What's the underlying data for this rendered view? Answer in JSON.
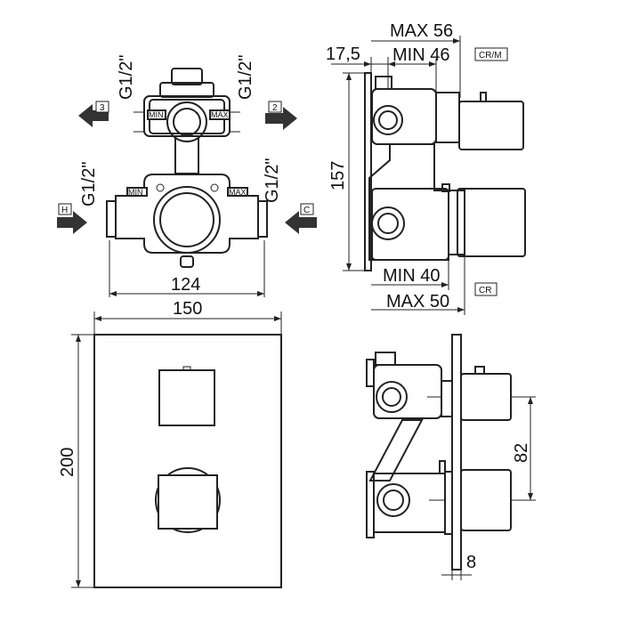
{
  "top_left_view": {
    "outlet_3_label": "3",
    "outlet_2_label": "2",
    "inlet_h_label": "H",
    "inlet_c_label": "C",
    "thread_top_left": "G1/2\"",
    "thread_top_right": "G1/2\"",
    "thread_bottom_left": "G1/2\"",
    "thread_bottom_right": "G1/2\"",
    "min_label_1": "MIN",
    "max_label_1": "MAX",
    "min_label_2": "MIN",
    "max_label_2": "MAX",
    "width_dimension": "124"
  },
  "top_right_view": {
    "max_depth_top": "MAX 56",
    "min_depth_top": "MIN 46",
    "offset_dimension": "17,5",
    "height_dimension": "157",
    "min_depth_bottom": "MIN 40",
    "max_depth_bottom": "MAX 50",
    "tag_cr_m": "CR/M",
    "tag_cr": "CR"
  },
  "bottom_left_view": {
    "plate_width": "150",
    "plate_height": "200"
  },
  "bottom_right_view": {
    "axis_spacing": "82",
    "plate_thickness": "8"
  }
}
